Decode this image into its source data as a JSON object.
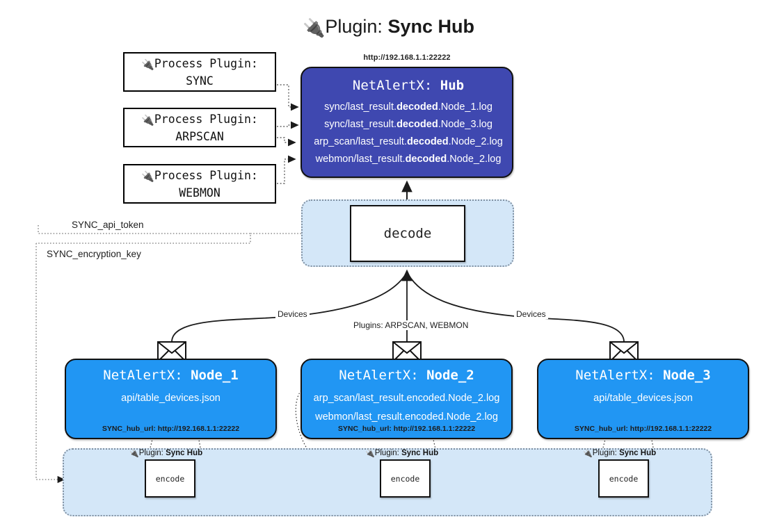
{
  "title": {
    "icon": "electric-plug-icon",
    "glyph": "🔌",
    "label": "Plugin:",
    "strong": "Sync Hub"
  },
  "colors": {
    "hub_fill": "#3f48b0",
    "node_fill": "#2196f3",
    "container_fill": "#d4e7f8",
    "container_border": "#7f8fa0",
    "stroke": "#111111",
    "page_bg": "#ffffff"
  },
  "process_plugins": [
    {
      "glyph": "🔌",
      "label": "Process Plugin:",
      "name": "SYNC"
    },
    {
      "glyph": "🔌",
      "label": "Process Plugin:",
      "name": "ARPSCAN"
    },
    {
      "glyph": "🔌",
      "label": "Process Plugin:",
      "name": "WEBMON"
    }
  ],
  "hub": {
    "url": "http://192.168.1.1:22222",
    "title_prefix": "NetAlertX:",
    "title_name": "Hub",
    "logs": [
      {
        "pre": "sync/last_result.",
        "em": "decoded",
        "post": ".Node_1.log"
      },
      {
        "pre": "sync/last_result.",
        "em": "decoded",
        "post": ".Node_3.log"
      },
      {
        "pre": "arp_scan/last_result.",
        "em": "decoded",
        "post": ".Node_2.log"
      },
      {
        "pre": "webmon/last_result.",
        "em": "decoded",
        "post": ".Node_2.log"
      }
    ]
  },
  "decode": {
    "label": "decode"
  },
  "settings_edges": [
    {
      "label": "SYNC_api_token"
    },
    {
      "label": "SYNC_encryption_key"
    }
  ],
  "flow_labels": {
    "left_devices": "Devices",
    "right_devices": "Devices",
    "center_plugins": "Plugins: ARPSCAN, WEBMON"
  },
  "nodes": [
    {
      "title_prefix": "NetAlertX:",
      "title_name": "Node_1",
      "lines": [
        "api/table_devices.json"
      ],
      "footer": "SYNC_hub_url: http://192.168.1.1:22222",
      "envelope_icon": "envelope-icon"
    },
    {
      "title_prefix": "NetAlertX:",
      "title_name": "Node_2",
      "lines": [
        "arp_scan/last_result.encoded.Node_2.log",
        "webmon/last_result.encoded.Node_2.log"
      ],
      "footer": "SYNC_hub_url: http://192.168.1.1:22222",
      "envelope_icon": "envelope-icon"
    },
    {
      "title_prefix": "NetAlertX:",
      "title_name": "Node_3",
      "lines": [
        "api/table_devices.json"
      ],
      "footer": "SYNC_hub_url: http://192.168.1.1:22222",
      "envelope_icon": "envelope-icon"
    }
  ],
  "encoders": [
    {
      "glyph": "🔌",
      "cap_label": "Plugin:",
      "cap_strong": "Sync Hub",
      "label": "encode"
    },
    {
      "glyph": "🔌",
      "cap_label": "Plugin:",
      "cap_strong": "Sync Hub",
      "label": "encode"
    },
    {
      "glyph": "🔌",
      "cap_label": "Plugin:",
      "cap_strong": "Sync Hub",
      "label": "encode"
    }
  ]
}
